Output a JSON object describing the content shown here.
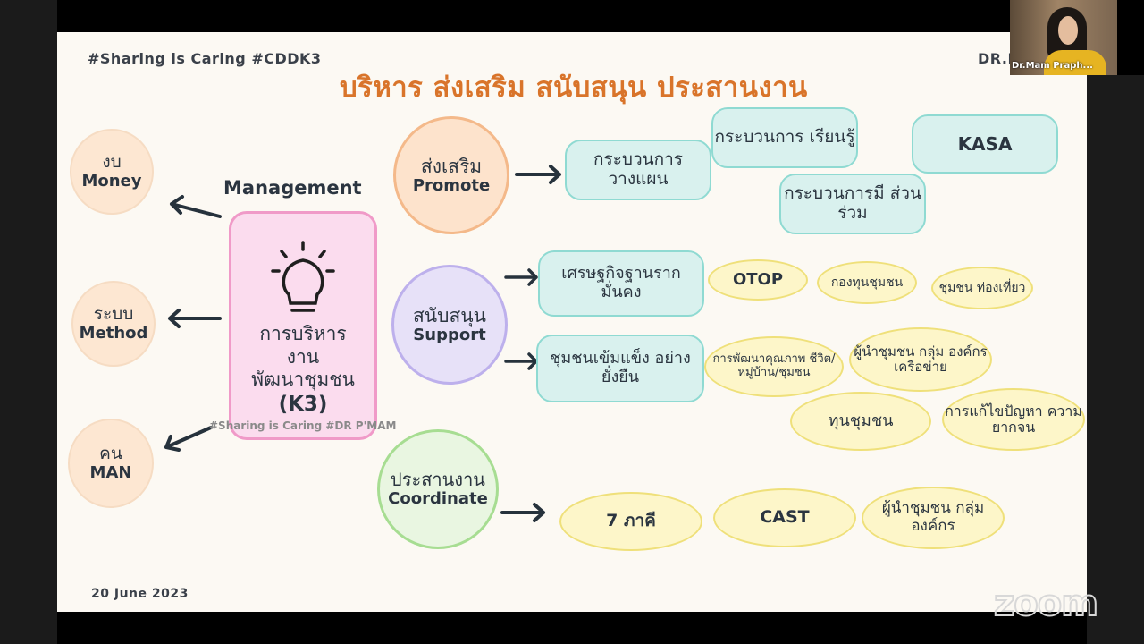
{
  "slide": {
    "hashtag": "#Sharing is Caring #CDDK3",
    "corner_text": "DR.P'",
    "title": "บริหาร ส่งเสริม สนับสนุน ประสานงาน",
    "date": "20 June 2023",
    "watermark": "#Sharing is Caring  #DR P'MAM"
  },
  "center": {
    "line1": "การบริหาร",
    "line2": "งาน",
    "line3": "พัฒนาชุมชน",
    "line4": "(K3)",
    "icon": "lightbulb-icon"
  },
  "management_label": "Management",
  "left_circles": [
    {
      "th": "งบ",
      "en": "Money"
    },
    {
      "th": "ระบบ",
      "en": "Method"
    },
    {
      "th": "คน",
      "en": "MAN"
    }
  ],
  "promote": {
    "th": "ส่งเสริม",
    "en": "Promote",
    "items": [
      "กระบวนการ วางแผน",
      "กระบวนการ เรียนรู้",
      "กระบวนการมี ส่วนร่วม",
      "KASA"
    ]
  },
  "support": {
    "th": "สนับสนุน",
    "en": "Support",
    "item1": "เศรษฐกิจฐานราก มั่นคง",
    "item1_tags": [
      "OTOP",
      "กองทุนชุมชน",
      "ชุมชน ท่องเที่ยว"
    ],
    "item2": "ชุมชนเข้มแข็ง อย่างยั่งยืน",
    "item2_tags": [
      "การพัฒนาคุณภาพ ชีวิต/หมู่บ้าน/ชุมชน",
      "ผู้นำชุมชน กลุ่ม องค์กร เครือข่าย",
      "ทุนชุมชน",
      "การแก้ไขปัญหา ความยากจน"
    ]
  },
  "coordinate": {
    "th": "ประสานงาน",
    "en": "Coordinate",
    "items": [
      "7 ภาคี",
      "CAST",
      "ผู้นำชุมชน กลุ่ม องค์กร"
    ]
  },
  "video": {
    "participant_name": "Dr.Mam Praph..."
  },
  "app": {
    "logo": "zoom"
  }
}
